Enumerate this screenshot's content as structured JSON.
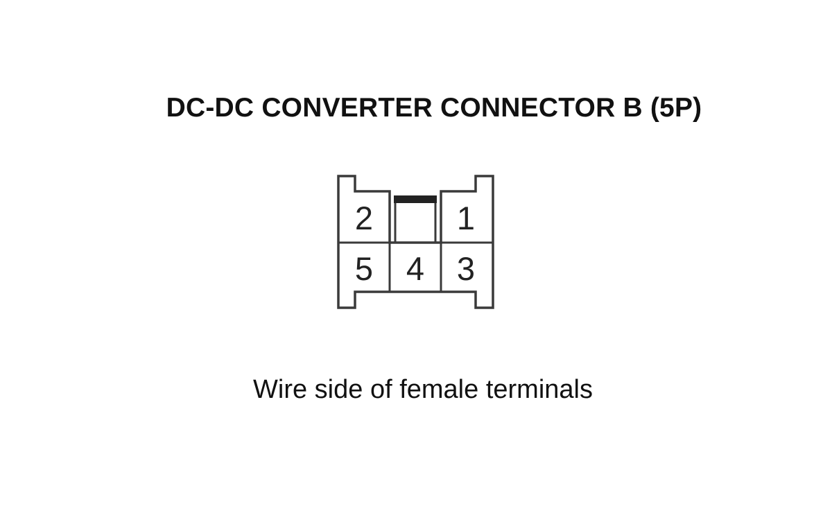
{
  "title": "DC-DC CONVERTER CONNECTOR B (5P)",
  "caption": "Wire side of female terminals",
  "connector": {
    "pin_count": 5,
    "pins": [
      {
        "number": "2",
        "row": "top",
        "position": "left"
      },
      {
        "number": "1",
        "row": "top",
        "position": "right"
      },
      {
        "number": "5",
        "row": "bottom",
        "position": "left"
      },
      {
        "number": "4",
        "row": "bottom",
        "position": "center"
      },
      {
        "number": "3",
        "row": "bottom",
        "position": "right"
      }
    ],
    "empty_cavity": {
      "row": "top",
      "position": "center"
    },
    "colors": {
      "outline": "#3a3a3a",
      "locking_tab": "#222222",
      "background": "#ffffff"
    }
  }
}
